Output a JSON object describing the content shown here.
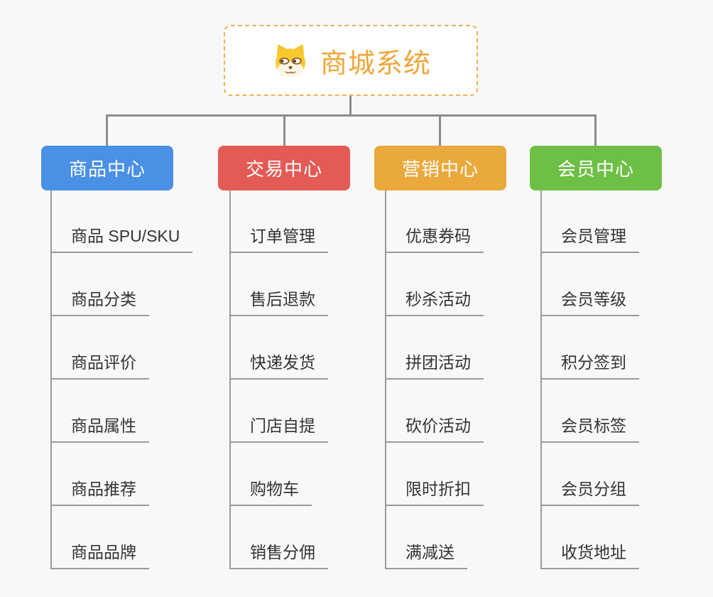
{
  "diagram_title": "商城系统",
  "colors": {
    "canvas_bg": "#f8f8f8",
    "root_accent": "#f0a63a",
    "root_border": "#f0b155",
    "connector": "#8c8c8c",
    "child_line": "#9a9a9a",
    "child_text": "#333333"
  },
  "root": {
    "title": "商城系统",
    "icon": "dog-face-icon"
  },
  "branches": [
    {
      "label": "商品中心",
      "color": "#4a90e4",
      "children": [
        "商品 SPU/SKU",
        "商品分类",
        "商品评价",
        "商品属性",
        "商品推荐",
        "商品品牌"
      ]
    },
    {
      "label": "交易中心",
      "color": "#e45a55",
      "children": [
        "订单管理",
        "售后退款",
        "快递发货",
        "门店自提",
        "购物车",
        "销售分佣"
      ]
    },
    {
      "label": "营销中心",
      "color": "#eaa93c",
      "children": [
        "优惠券码",
        "秒杀活动",
        "拼团活动",
        "砍价活动",
        "限时折扣",
        "满减送"
      ]
    },
    {
      "label": "会员中心",
      "color": "#6dbf45",
      "children": [
        "会员管理",
        "会员等级",
        "积分签到",
        "会员标签",
        "会员分组",
        "收货地址"
      ]
    }
  ]
}
